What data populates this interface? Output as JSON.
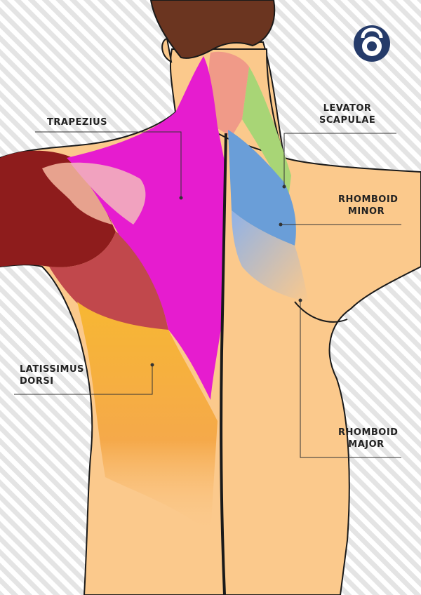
{
  "labels": {
    "trapezius": "TRAPEZIUS",
    "levator_line1": "LEVATOR",
    "levator_line2": "SCAPULAE",
    "rhomboid_minor_line1": "RHOMBOID",
    "rhomboid_minor_line2": "MINOR",
    "latissimus_line1": "LATISSIMUS",
    "latissimus_line2": "DORSI",
    "rhomboid_major_line1": "RHOMBOID",
    "rhomboid_major_line2": "MAJOR"
  },
  "colors": {
    "skin": "#fbc98c",
    "hair": "#6b3520",
    "trapezius": "#e61ccf",
    "deltoid": "#8e1c1c",
    "teres": "#c1484c",
    "latissimus": "#f3ad2f",
    "levator": "#a8d576",
    "rhomboid_minor": "#6a9ed8",
    "rhomboid_major": "#a7bfe8",
    "splenius": "#f09a88",
    "logo": "#253b6a"
  },
  "icons": {
    "logo": "kettlebell-logo-icon"
  }
}
